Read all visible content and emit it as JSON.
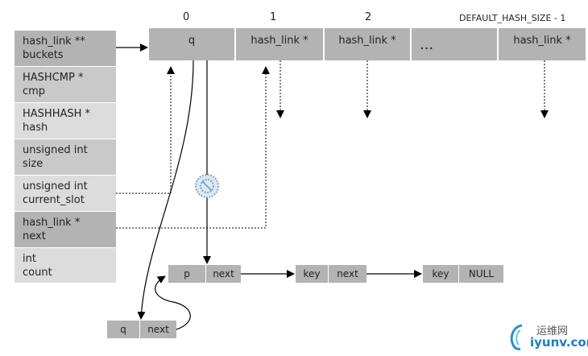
{
  "struct_fields": [
    "hash_link **\nbuckets",
    "HASHCMP *\ncmp",
    "HASHHASH *\nhash",
    "unsigned int\nsize",
    "unsigned int\ncurrent_slot",
    "hash_link *\nnext",
    "int\ncount"
  ],
  "bucket_indices": [
    "0",
    "1",
    "2",
    "DEFAULT_HASH_SIZE - 1"
  ],
  "bucket_cells": [
    "q",
    "hash_link *",
    "hash_link *",
    "...",
    "hash_link *"
  ],
  "chain": {
    "node1": [
      "p",
      "next"
    ],
    "node2": [
      "key",
      "next"
    ],
    "node3": [
      "key",
      "NULL"
    ],
    "node_q": [
      "q",
      "next"
    ]
  },
  "watermark": {
    "cn": "运维网",
    "en": "iyunv.com"
  },
  "colors": {
    "cell_dark": "#b3b3b3",
    "cell_mid": "#c9c9c9",
    "cell_light": "#dcdcdc",
    "watermark_blue": "#1a7fc1"
  }
}
